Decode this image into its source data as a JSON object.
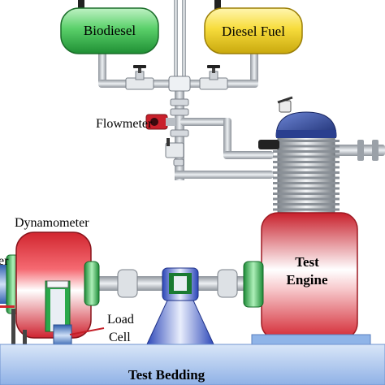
{
  "tanks": {
    "biodiesel_label": "Biodiesel",
    "diesel_label": "Diesel Fuel"
  },
  "labels": {
    "flowmeter": "Flowmeter",
    "dynamometer": "Dynamometer",
    "load_line1": "Load",
    "load_line2": "Cell",
    "engine_line1": "Test",
    "engine_line2": "Engine",
    "bedding": "Test Bedding",
    "left_edge": "er"
  },
  "colors": {
    "biodiesel_tank": "#3fbf57",
    "diesel_tank": "#f2d22e",
    "engine_red": "#e8303a",
    "engine_head": "#2a3f8f",
    "dynamometer_red": "#e0303a",
    "shaft_green": "#2aa84a",
    "bedding_blue": "#a9c6ee",
    "pipe_gray": "#b9bec4",
    "stand_blue": "#3f5fcf"
  }
}
